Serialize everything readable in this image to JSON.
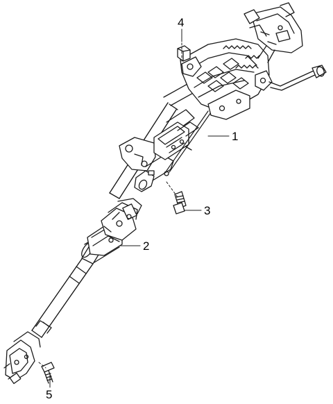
{
  "diagram": {
    "title": "",
    "callouts": [
      {
        "id": "1",
        "label": "1"
      },
      {
        "id": "2",
        "label": "2"
      },
      {
        "id": "3",
        "label": "3"
      },
      {
        "id": "4",
        "label": "4"
      },
      {
        "id": "5",
        "label": "5"
      }
    ]
  },
  "colors": {
    "line": "#1a1a1a",
    "fill": "#ffffff",
    "shade": "#d9d9d9"
  }
}
